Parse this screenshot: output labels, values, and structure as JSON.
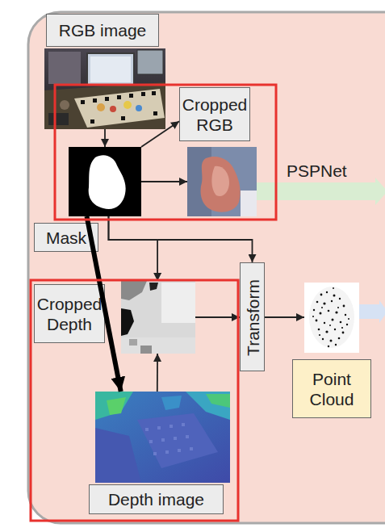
{
  "diagram": {
    "nodes": [
      {
        "text": [
          "RGB image"
        ]
      },
      {
        "text": [
          "Mask"
        ]
      },
      {
        "text": [
          "Cropped RGB"
        ]
      },
      {
        "text": [
          "Cropped Depth"
        ]
      },
      {
        "text": [
          "Transform"
        ]
      },
      {
        "text": [
          "Point Cloud"
        ]
      },
      {
        "text": [
          "Depth image"
        ]
      }
    ],
    "edges": [
      {
        "from": 0,
        "to": 1,
        "arrow": "to"
      },
      {
        "from": 1,
        "to": 2,
        "arrow": "to"
      },
      {
        "from": 1,
        "to": 2,
        "arrow": "to"
      },
      {
        "from": 1,
        "to": 3,
        "arrow": "to"
      },
      {
        "from": 1,
        "to": 4,
        "arrow": "to"
      },
      {
        "from": 1,
        "to": 6,
        "arrow": "to"
      },
      {
        "from": 6,
        "to": 3,
        "arrow": "to"
      },
      {
        "from": 3,
        "to": 4,
        "arrow": "to"
      },
      {
        "from": 4,
        "to": 5,
        "arrow": "to"
      }
    ],
    "labels": [
      "PSPNet"
    ]
  }
}
